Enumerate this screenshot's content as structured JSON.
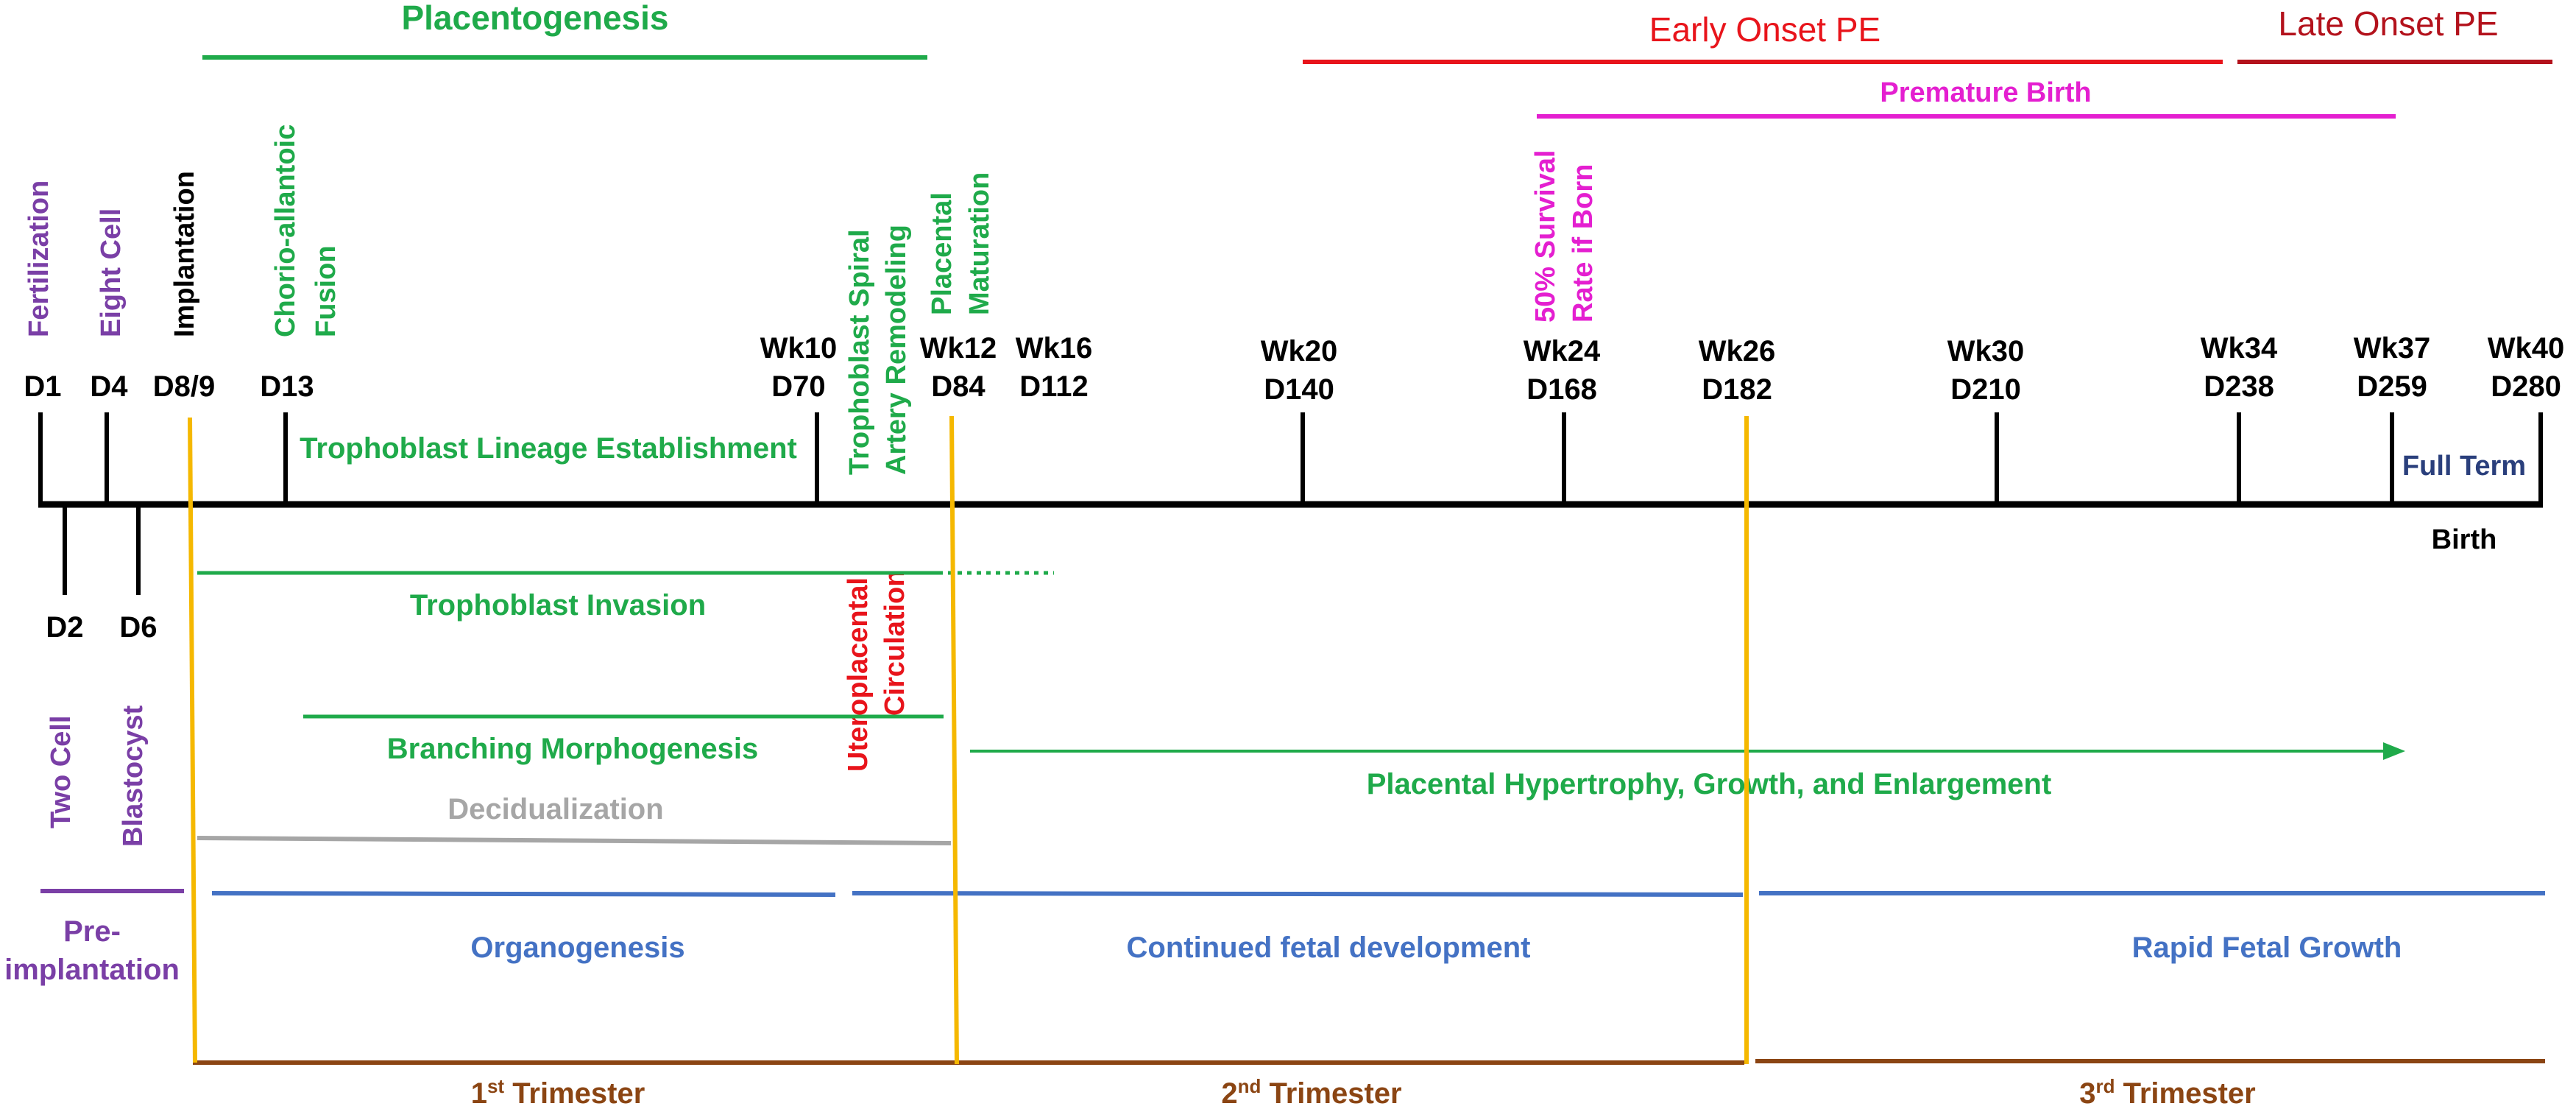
{
  "colors": {
    "green": "#1faa4a",
    "red": "#e8141b",
    "darkred": "#b3121c",
    "magenta": "#e41fd0",
    "purple": "#7a3fa6",
    "black": "#000000",
    "navy": "#2a3f7c",
    "blue": "#4472c4",
    "gray": "#a6a6a6",
    "orange": "#f5b800",
    "brown": "#8b4513"
  },
  "top_bars": {
    "placentogenesis": "Placentogenesis",
    "early_onset_pe": "Early Onset PE",
    "late_onset_pe": "Late Onset PE",
    "premature_birth": "Premature Birth"
  },
  "vertical_labels": {
    "fertilization": "Fertilization",
    "eight_cell": "Eight Cell",
    "implantation": "Implantation",
    "chorio_allantoic_1": "Chorio-allantoic",
    "chorio_allantoic_2": "Fusion",
    "trophoblast_spiral_1": "Trophoblast Spiral",
    "trophoblast_spiral_2": "Artery Remodeling",
    "placental_maturation_1": "Placental",
    "placental_maturation_2": "Maturation",
    "survival_1": "50% Survival",
    "survival_2": "Rate if Born",
    "uteroplacental_1": "Uteroplacental",
    "uteroplacental_2": "Circulation",
    "two_cell": "Two Cell",
    "blastocyst": "Blastocyst"
  },
  "timeline_top": {
    "d1": "D1",
    "d4": "D4",
    "d8_9": "D8/9",
    "d13": "D13",
    "wk10": "Wk10",
    "d70": "D70",
    "wk12": "Wk12",
    "d84": "D84",
    "wk16": "Wk16",
    "d112": "D112",
    "wk20": "Wk20",
    "d140": "D140",
    "wk24": "Wk24",
    "d168": "D168",
    "wk26": "Wk26",
    "d182": "D182",
    "wk30": "Wk30",
    "d210": "D210",
    "wk34": "Wk34",
    "d238": "D238",
    "wk37": "Wk37",
    "d259": "D259",
    "wk40": "Wk40",
    "d280": "D280"
  },
  "timeline_bottom": {
    "d2": "D2",
    "d6": "D6",
    "birth": "Birth",
    "full_term": "Full Term"
  },
  "processes": {
    "trophoblast_lineage": "Trophoblast Lineage Establishment",
    "trophoblast_invasion": "Trophoblast Invasion",
    "branching": "Branching Morphogenesis",
    "placental_hypertrophy": "Placental Hypertrophy, Growth, and Enlargement",
    "decidualization": "Decidualization"
  },
  "fetal_stages": {
    "preimplantation_1": "Pre-",
    "preimplantation_2": "implantation",
    "organogenesis": "Organogenesis",
    "continued": "Continued fetal development",
    "rapid": "Rapid Fetal Growth"
  },
  "trimesters": {
    "t1_num": "1",
    "t1_sup": "st",
    "t1_word": " Trimester",
    "t2_num": "2",
    "t2_sup": "nd",
    "t2_word": " Trimester",
    "t3_num": "3",
    "t3_sup": "rd",
    "t3_word": " Trimester"
  }
}
